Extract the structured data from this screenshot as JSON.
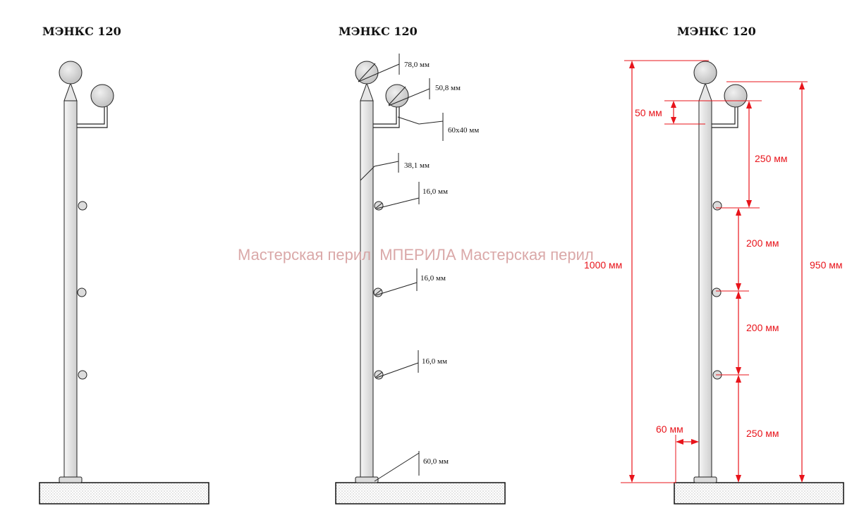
{
  "colors": {
    "dimension": "#e8141b",
    "watermark": "#d49a9a",
    "post_fill": "#e9e9e9",
    "ball_fill": "#d4d4d4",
    "outline": "#222222"
  },
  "watermark": "Мастерская перил  МПЕРИЛА Мастерская перил",
  "views": [
    {
      "title": "МЭНКС 120"
    },
    {
      "title": "МЭНКС 120",
      "callouts": {
        "top_ball": "78,0 мм",
        "side_ball": "50,8 мм",
        "bracket": "60x40 мм",
        "post": "38,1 мм",
        "rod_1": "16,0 мм",
        "rod_2": "16,0 мм",
        "rod_3": "16,0 мм",
        "base": "60,0 мм"
      }
    },
    {
      "title": "МЭНКС 120",
      "dimensions": {
        "top_offset": "50 мм",
        "to_first_rod": "250 мм",
        "rod_gap_1": "200 мм",
        "rod_gap_2": "200 мм",
        "bottom_gap": "250 мм",
        "total_height": "1000 мм",
        "handrail_height": "950 мм",
        "base_offset": "60 мм"
      }
    }
  ]
}
